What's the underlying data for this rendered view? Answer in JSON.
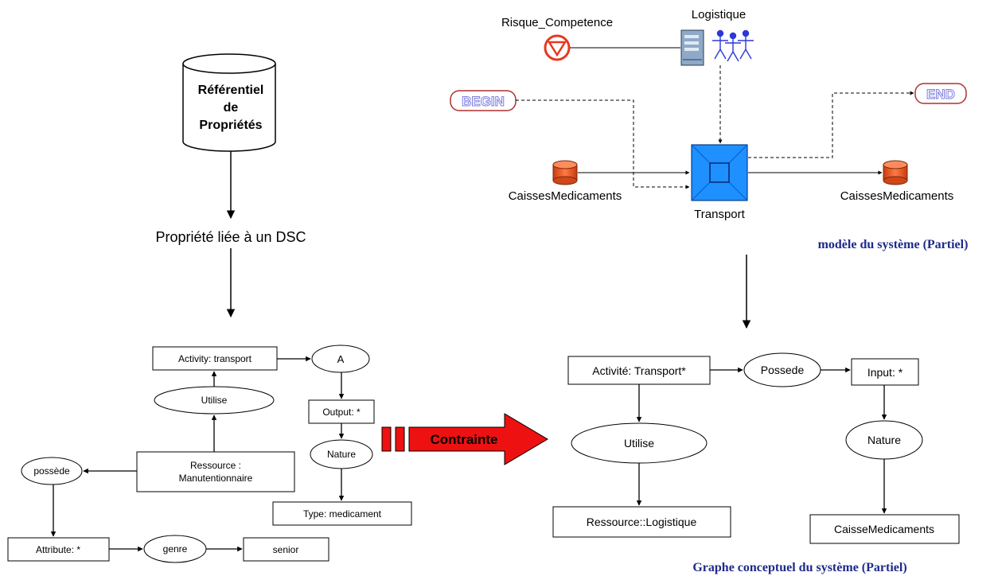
{
  "left": {
    "repo": [
      "Référentiel",
      "de",
      "Propriétés"
    ],
    "property": "Propriété liée à un DSC",
    "nodes": {
      "activity": "Activity: transport",
      "a": "A",
      "utilise": "Utilise",
      "output": "Output: *",
      "nature": "Nature",
      "ressource1": "Ressource :",
      "ressource2": "Manutentionnaire",
      "possede": "possède",
      "type": "Type: medicament",
      "attribute": "Attribute: *",
      "genre": "genre",
      "senior": "senior"
    }
  },
  "constraint": {
    "label": "Contrainte",
    "color": "#ee1111"
  },
  "model": {
    "risk": "Risque_Competence",
    "logistique": "Logistique",
    "begin": "BEGIN",
    "end": "END",
    "caisses_in": "CaissesMedicaments",
    "caisses_out": "CaissesMedicaments",
    "transport": "Transport",
    "caption": "modèle du système (Partiel)",
    "colors": {
      "transport": "#1e90ff",
      "drum": "#f05a28",
      "risk": "#e8381f",
      "beginend": "#9090e0"
    }
  },
  "graph": {
    "activite": "Activité: Transport*",
    "possede": "Possede",
    "input": "Input: *",
    "utilise": "Utilise",
    "nature": "Nature",
    "ressource": "Ressource::Logistique",
    "caisse": "CaisseMedicaments",
    "caption": "Graphe conceptuel du système (Partiel)"
  }
}
